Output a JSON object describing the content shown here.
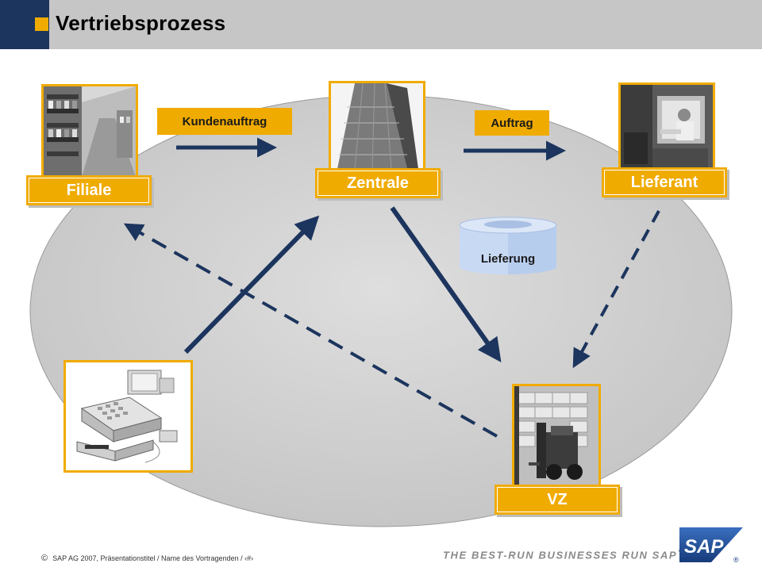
{
  "title": "Vertriebsprozess",
  "nodes": {
    "filiale": "Filiale",
    "zentrale": "Zentrale",
    "lieferant": "Lieferant",
    "vz": "VZ"
  },
  "flows": {
    "kundenauftrag": "Kundenauftrag",
    "auftrag": "Auftrag",
    "lieferung": "Lieferung"
  },
  "footer": {
    "copyright_symbol": "©",
    "text": "SAP AG 2007, Präsentationstitel / Name des Vortragenden / ‹#›",
    "slogan": "THE BEST-RUN BUSINESSES RUN SAP",
    "tm": "™",
    "logo": "SAP",
    "registered": "®"
  },
  "colors": {
    "accent": "#f0ab00",
    "navy": "#1c355e",
    "ellipse": "#cfcfcf",
    "header": "#c6c6c6",
    "cylinder": "#bcd0ee"
  }
}
